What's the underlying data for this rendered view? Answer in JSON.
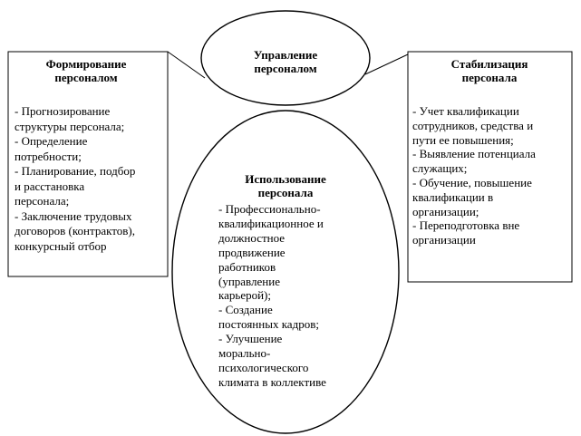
{
  "center": {
    "title_lines": [
      "Управление",
      "персоналом"
    ]
  },
  "left_box": {
    "title_lines": [
      "Формирование",
      "персоналом"
    ],
    "lines": [
      "- Прогнозирование",
      "структуры персонала;",
      "- Определение",
      "потребности;",
      "- Планирование, подбор",
      "и расстановка",
      "персонала;",
      "- Заключение трудовых",
      "договоров (контрактов),",
      "конкурсный отбор"
    ]
  },
  "right_box": {
    "title_lines": [
      "Стабилизация",
      "персонала"
    ],
    "lines": [
      "- Учет квалификации",
      "сотрудников, средства и",
      "пути ее повышения;",
      "- Выявление потенциала",
      "служащих;",
      "- Обучение, повышение",
      "квалификации в",
      "организации;",
      "- Переподготовка вне",
      "организации"
    ]
  },
  "bottom_ellipse": {
    "title_lines": [
      "Использование",
      "персонала"
    ],
    "lines": [
      "- Профессионально-",
      "квалификационное и",
      "должностное",
      "продвижение",
      "работников",
      "(управление",
      "карьерой);",
      "- Создание",
      "постоянных кадров;",
      "- Улучшение",
      "морально-",
      "психологического",
      "климата в коллективе"
    ]
  }
}
